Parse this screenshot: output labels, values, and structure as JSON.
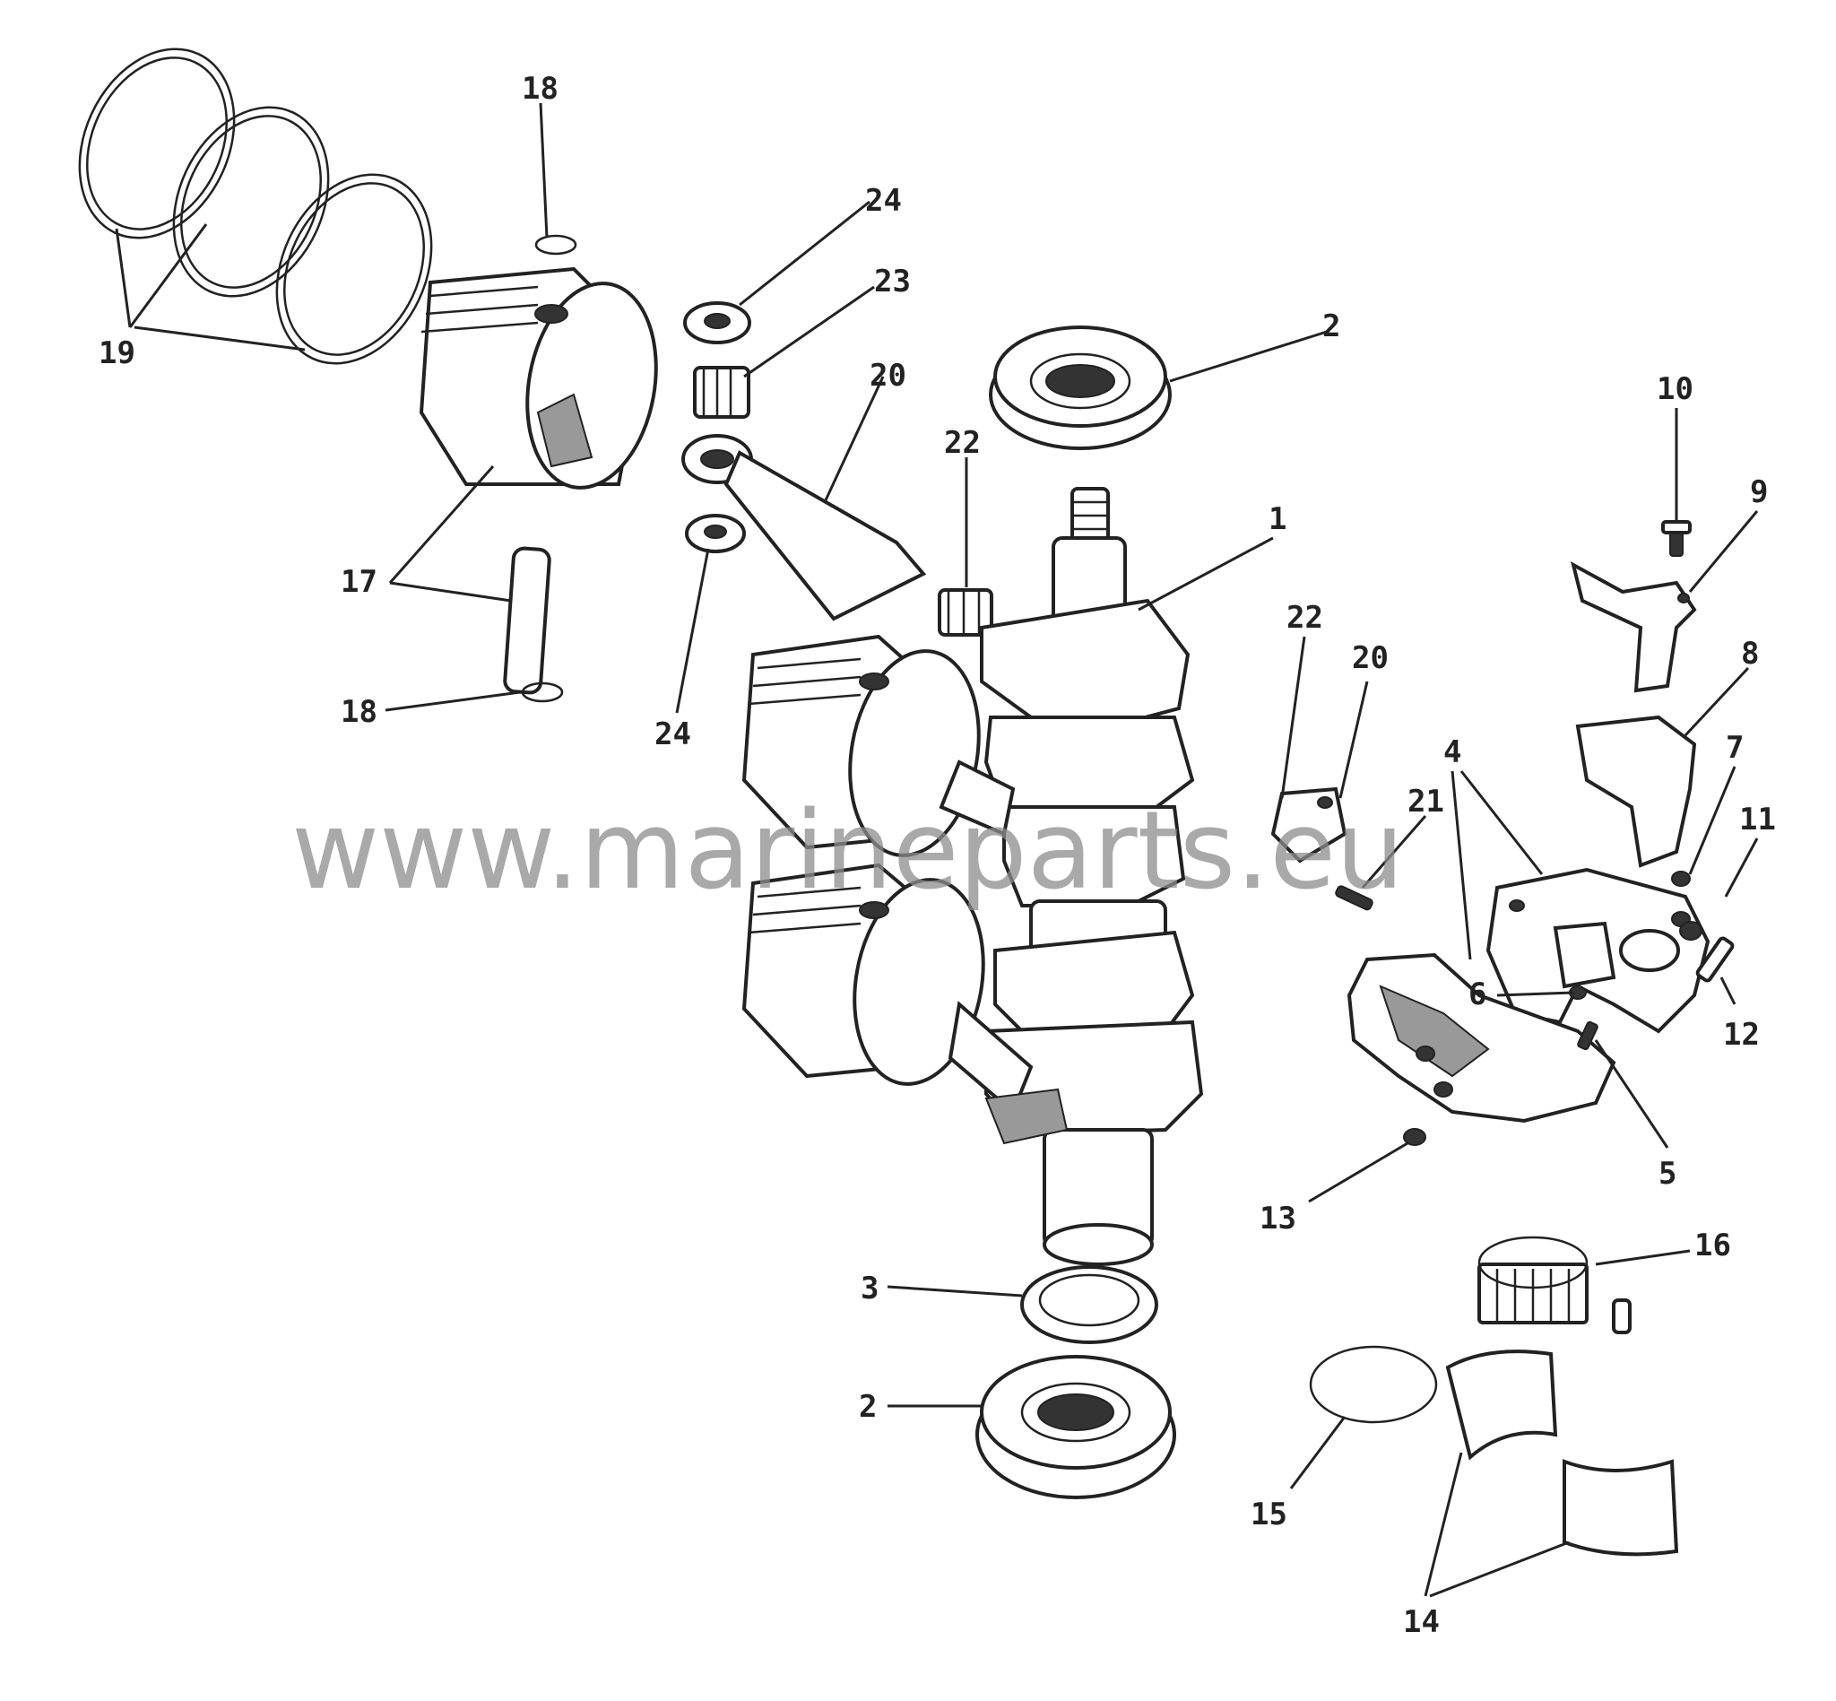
{
  "watermark": "www.marineparts.eu",
  "callouts": {
    "c1": "1",
    "c2a": "2",
    "c2b": "2",
    "c3": "3",
    "c4": "4",
    "c5": "5",
    "c6": "6",
    "c7": "7",
    "c8": "8",
    "c9": "9",
    "c10": "10",
    "c11": "11",
    "c12": "12",
    "c13": "13",
    "c14": "14",
    "c15": "15",
    "c16": "16",
    "c17": "17",
    "c18a": "18",
    "c18b": "18",
    "c19": "19",
    "c20a": "20",
    "c20b": "20",
    "c21": "21",
    "c22a": "22",
    "c22b": "22",
    "c23": "23",
    "c24a": "24",
    "c24b": "24"
  }
}
